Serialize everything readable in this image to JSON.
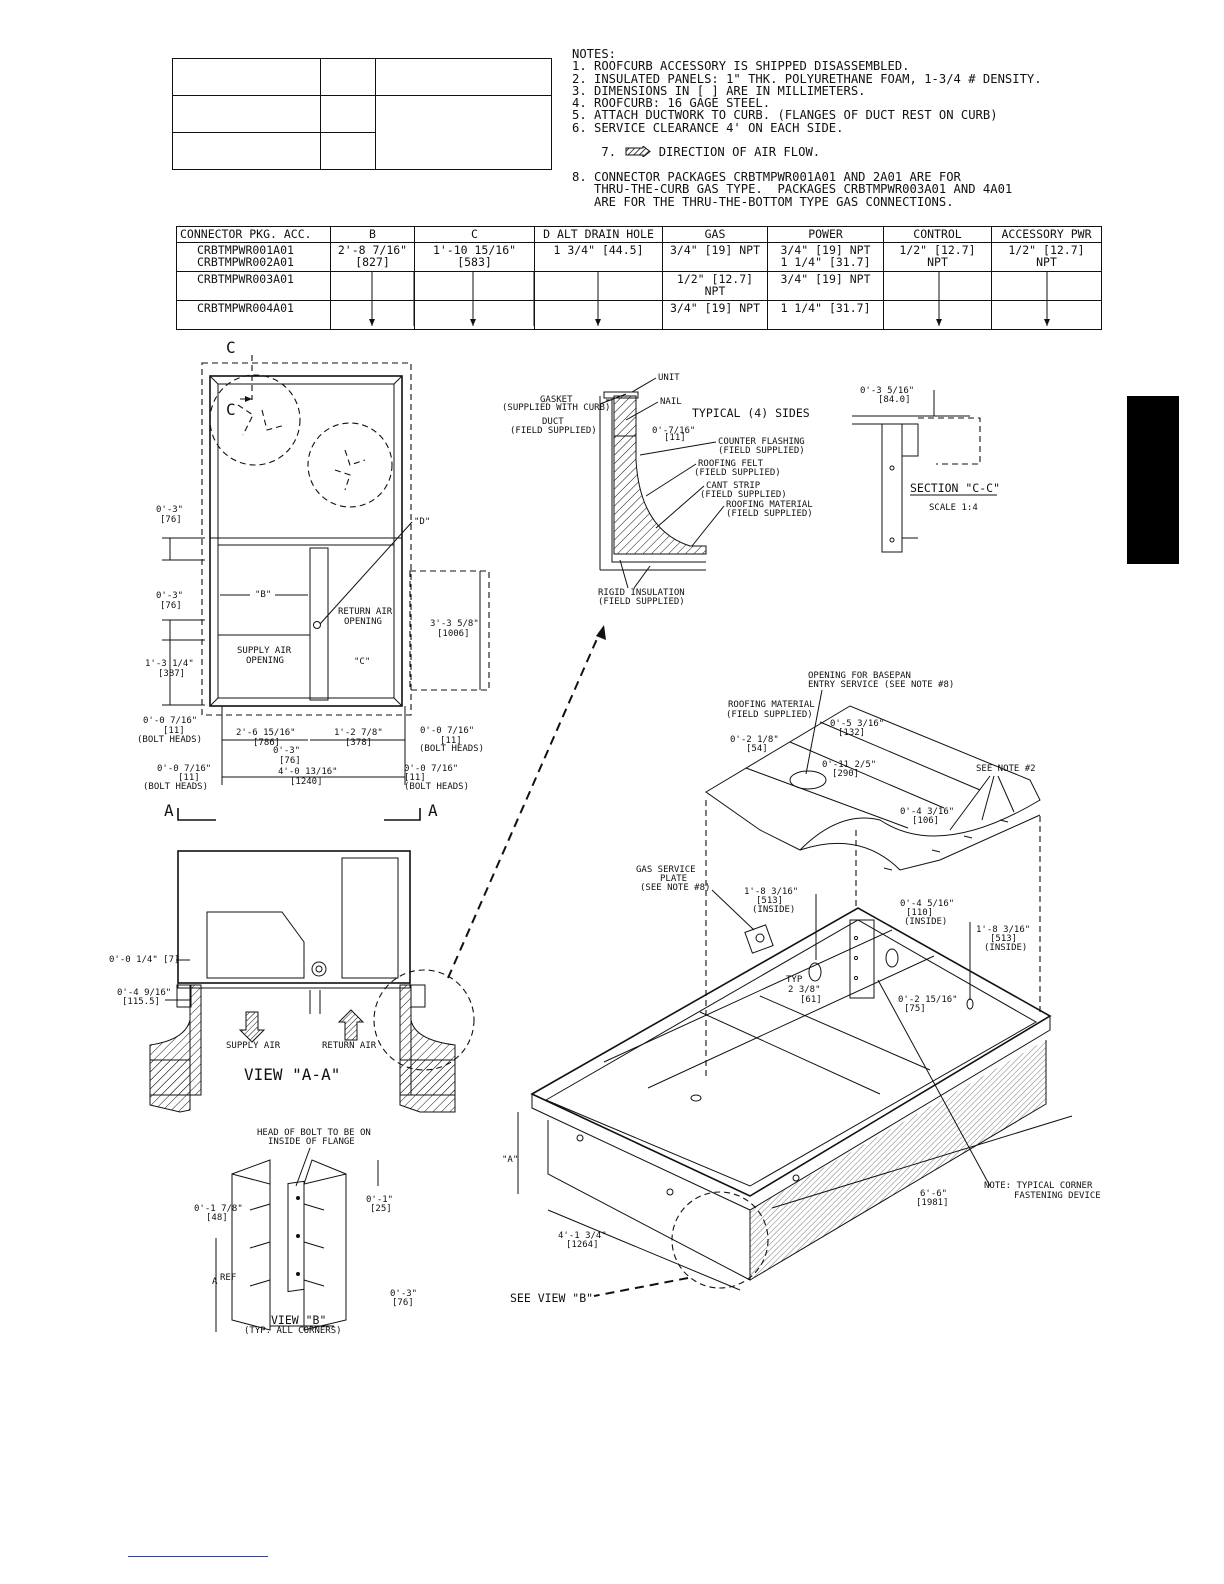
{
  "notes": {
    "heading": "NOTES:",
    "lines": [
      "1. ROOFCURB ACCESSORY IS SHIPPED DISASSEMBLED.",
      "2. INSULATED PANELS: 1\" THK. POLYURETHANE FOAM, 1-3/4 # DENSITY.",
      "3. DIMENSIONS IN [ ] ARE IN MILLIMETERS.",
      "4. ROOFCURB: 16 GAGE STEEL.",
      "5. ATTACH DUCTWORK TO CURB. (FLANGES OF DUCT REST ON CURB)",
      "6. SERVICE CLEARANCE 4' ON EACH SIDE.",
      "7. DIRECTION OF AIR FLOW.",
      "8. CONNECTOR PACKAGES CRBTMPWR001A01 AND 2A01 ARE FOR",
      "   THRU-THE-CURB GAS TYPE.  PACKAGES CRBTMPWR003A01 AND 4A01",
      "   ARE FOR THE THRU-THE-BOTTOM TYPE GAS CONNECTIONS."
    ]
  },
  "connector_table": {
    "headers": [
      "CONNECTOR PKG. ACC.",
      "B",
      "C",
      "D ALT DRAIN HOLE",
      "GAS",
      "POWER",
      "CONTROL",
      "ACCESSORY PWR"
    ],
    "rows": [
      {
        "pkg": [
          "CRBTMPWR001A01",
          "CRBTMPWR002A01"
        ],
        "b": [
          "2'-8 7/16\"",
          "[827]"
        ],
        "c": [
          "1'-10 15/16\"",
          "[583]"
        ],
        "d": "1 3/4\" [44.5]",
        "gas": "3/4\" [19] NPT",
        "power": [
          "3/4\" [19] NPT",
          "1 1/4\" [31.7]"
        ],
        "control": "1/2\" [12.7] NPT",
        "acc": "1/2\" [12.7] NPT"
      },
      {
        "pkg": [
          "CRBTMPWR003A01"
        ],
        "b": [],
        "c": [],
        "d": "",
        "gas": "1/2\" [12.7] NPT",
        "power": [
          "3/4\" [19] NPT"
        ],
        "control": "",
        "acc": ""
      },
      {
        "pkg": [
          "CRBTMPWR004A01"
        ],
        "b": [],
        "c": [],
        "d": "",
        "gas": "3/4\" [19] NPT",
        "power": [
          "",
          "1 1/4\" [31.7]"
        ],
        "control": "",
        "acc": ""
      }
    ]
  },
  "plan_view": {
    "section_mark": "C",
    "dims": {
      "d1": "0'-3\"",
      "d1m": "[76]",
      "d2": "0'-3\"",
      "d2m": "[76]",
      "d3": "1'-3 1/4\"",
      "d3m": "[387]",
      "d4": "3'-3 5/8\"",
      "d4m": "[1006]",
      "bolt_l1": "0'-0 7/16\"",
      "bolt_l1m": "[11]",
      "bolt_r1": "0'-0 7/16\"",
      "bolt_r1m": "[11]",
      "w1": "2'-6 15/16\"",
      "w1m": "[786]",
      "w2": "1'-2 7/8\"",
      "w2m": "[378]",
      "w3": "0'-3\"",
      "w3m": "[76]",
      "bolt_l2": "0'-0 7/16\"",
      "bolt_l2m": "[11]",
      "bolt_r2": "0'-0 7/16\"",
      "bolt_r2m": "[11]",
      "overall": "4'-0 13/16\"",
      "overallm": "[1240]",
      "bolt_heads": "(BOLT HEADS)"
    },
    "labels": {
      "b": "\"B\"",
      "c": "\"C\"",
      "d": "\"D\"",
      "return_air": "RETURN AIR",
      "opening": "OPENING",
      "supply_air": "SUPPLY AIR",
      "opening2": "OPENING",
      "section_a": "A"
    }
  },
  "view_aa": {
    "title": "VIEW \"A-A\"",
    "dim1": "0'-0 1/4\" [7]",
    "dim2": "0'-4 9/16\"",
    "dim2m": "[115.5]",
    "supply_air": "SUPPLY AIR",
    "return_air": "RETURN AIR"
  },
  "detail": {
    "unit": "UNIT",
    "gasket": "GASKET",
    "gasket2": "(SUPPLIED WITH CURB)",
    "nail": "NAIL",
    "duct": "DUCT",
    "duct2": "(FIELD SUPPLIED)",
    "typical": "TYPICAL (4) SIDES",
    "dim": "0'-7/16\"",
    "dimm": "[11]",
    "counter": "COUNTER FLASHING",
    "counter2": "(FIELD SUPPLIED)",
    "felt": "ROOFING FELT",
    "felt2": "(FIELD SUPPLIED)",
    "cant": "CANT STRIP",
    "cant2": "(FIELD SUPPLIED)",
    "roofing": "ROOFING MATERIAL",
    "roofing2": "(FIELD SUPPLIED)",
    "rigid": "RIGID INSULATION",
    "rigid2": "(FIELD SUPPLIED)"
  },
  "section_cc": {
    "dim": "0'-3 5/16\"",
    "dimm": "[84.0]",
    "title": "SECTION \"C-C\"",
    "scale": "SCALE 1:4"
  },
  "iso_view": {
    "opening": "OPENING FOR BASEPAN",
    "opening2": "ENTRY SERVICE (SEE NOTE #8)",
    "roofing": "ROOFING MATERIAL",
    "roofing2": "(FIELD SUPPLIED)",
    "d1": "0'-5 3/16\"",
    "d1m": "[132]",
    "d2": "0'-2 1/8\"",
    "d2m": "[54]",
    "d3": "0'-11 2/5\"",
    "d3m": "[290]",
    "see_note2": "SEE NOTE #2",
    "d4": "0'-4 3/16\"",
    "d4m": "[106]",
    "gas": "GAS SERVICE",
    "gas2": "PLATE",
    "gas3": "(SEE NOTE #8)",
    "d5": "1'-8 3/16\"",
    "d5m": "[513]",
    "d5i": "(INSIDE)",
    "d6": "0'-4 5/16\"",
    "d6m": "[110]",
    "d6i": "(INSIDE)",
    "d7": "1'-8 3/16\"",
    "d7m": "[513]",
    "d7i": "(INSIDE)",
    "typ": "TYP",
    "typ2": "2 3/8\"",
    "typ3": "[61]",
    "d8": "0'-2 15/16\"",
    "d8m": "[75]",
    "a": "\"A\"",
    "corner": "NOTE: TYPICAL CORNER",
    "corner2": "FASTENING DEVICE",
    "len": "6'-6\"",
    "lenm": "[1981]",
    "wid": "4'-1 3/4\"",
    "widm": "[1264]",
    "see_b": "SEE VIEW \"B\""
  },
  "view_b": {
    "head": "HEAD OF BOLT TO BE ON",
    "head2": "INSIDE OF FLANGE",
    "d1": "0'-1 7/8\"",
    "d1m": "[48]",
    "d2": "0'-1\"",
    "d2m": "[25]",
    "d3": "0'-3\"",
    "d3m": "[76]",
    "aref": "A",
    "ref": "REF",
    "title": "VIEW \"B\"",
    "sub": "(TYP. ALL CORNERS)"
  }
}
